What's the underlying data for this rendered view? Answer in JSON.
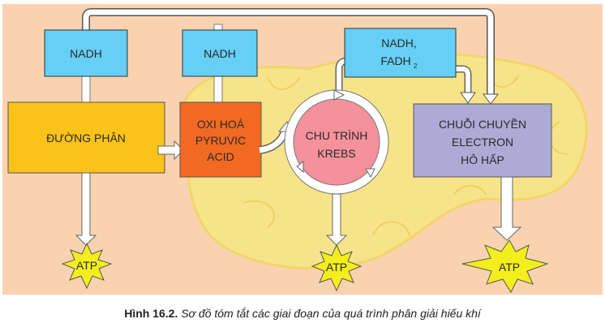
{
  "diagram": {
    "nadh_1": "NADH",
    "nadh_2": "NADH",
    "nadh_fadh_line1": "NADH,",
    "nadh_fadh_line2": "FADH",
    "nadh_fadh_sub": "2",
    "glycolysis": "ĐƯỜNG PHÂN",
    "pyruvate_line1": "OXI HOÁ",
    "pyruvate_line2": "PYRUVIC",
    "pyruvate_line3": "ACID",
    "krebs_line1": "CHU TRÌNH",
    "krebs_line2": "KREBS",
    "etc_line1": "CHUỖI CHUYỀN",
    "etc_line2": "ELECTRON",
    "etc_line3": "HÔ HẤP",
    "atp_1": "ATP",
    "atp_2": "ATP",
    "atp_3": "ATP"
  },
  "caption": {
    "figure_label": "Hình 16.2.",
    "text": "Sơ đồ tóm tắt các giai đoạn của quá trình phân giải hiếu khí"
  },
  "colors": {
    "background": "#f9d3b0",
    "mitochondrion": "#f7e48a",
    "nadh_box": "#66cff5",
    "glycolysis": "#fbc21a",
    "pyruvate": "#f26a21",
    "krebs": "#f4919b",
    "etc": "#aeaad6",
    "atp": "#f4ee1c"
  }
}
